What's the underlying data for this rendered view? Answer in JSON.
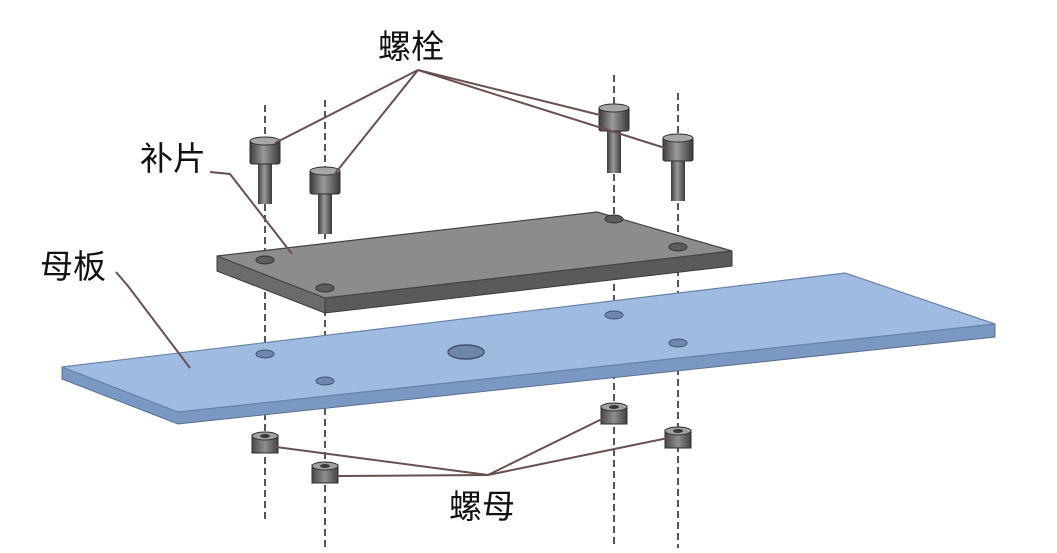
{
  "labels": {
    "bolt": "螺栓",
    "patch_plate": "补片",
    "base_plate": "母板",
    "nut": "螺母"
  },
  "colors": {
    "base_plate_top": "#9db9e0",
    "base_plate_front": "#7f9dc7",
    "patch_top": "#8a8a8a",
    "patch_front": "#5f5f5f",
    "bolt_metal": "#777777",
    "leader_line": "#6b4f4f",
    "axis_line": "#555555"
  }
}
